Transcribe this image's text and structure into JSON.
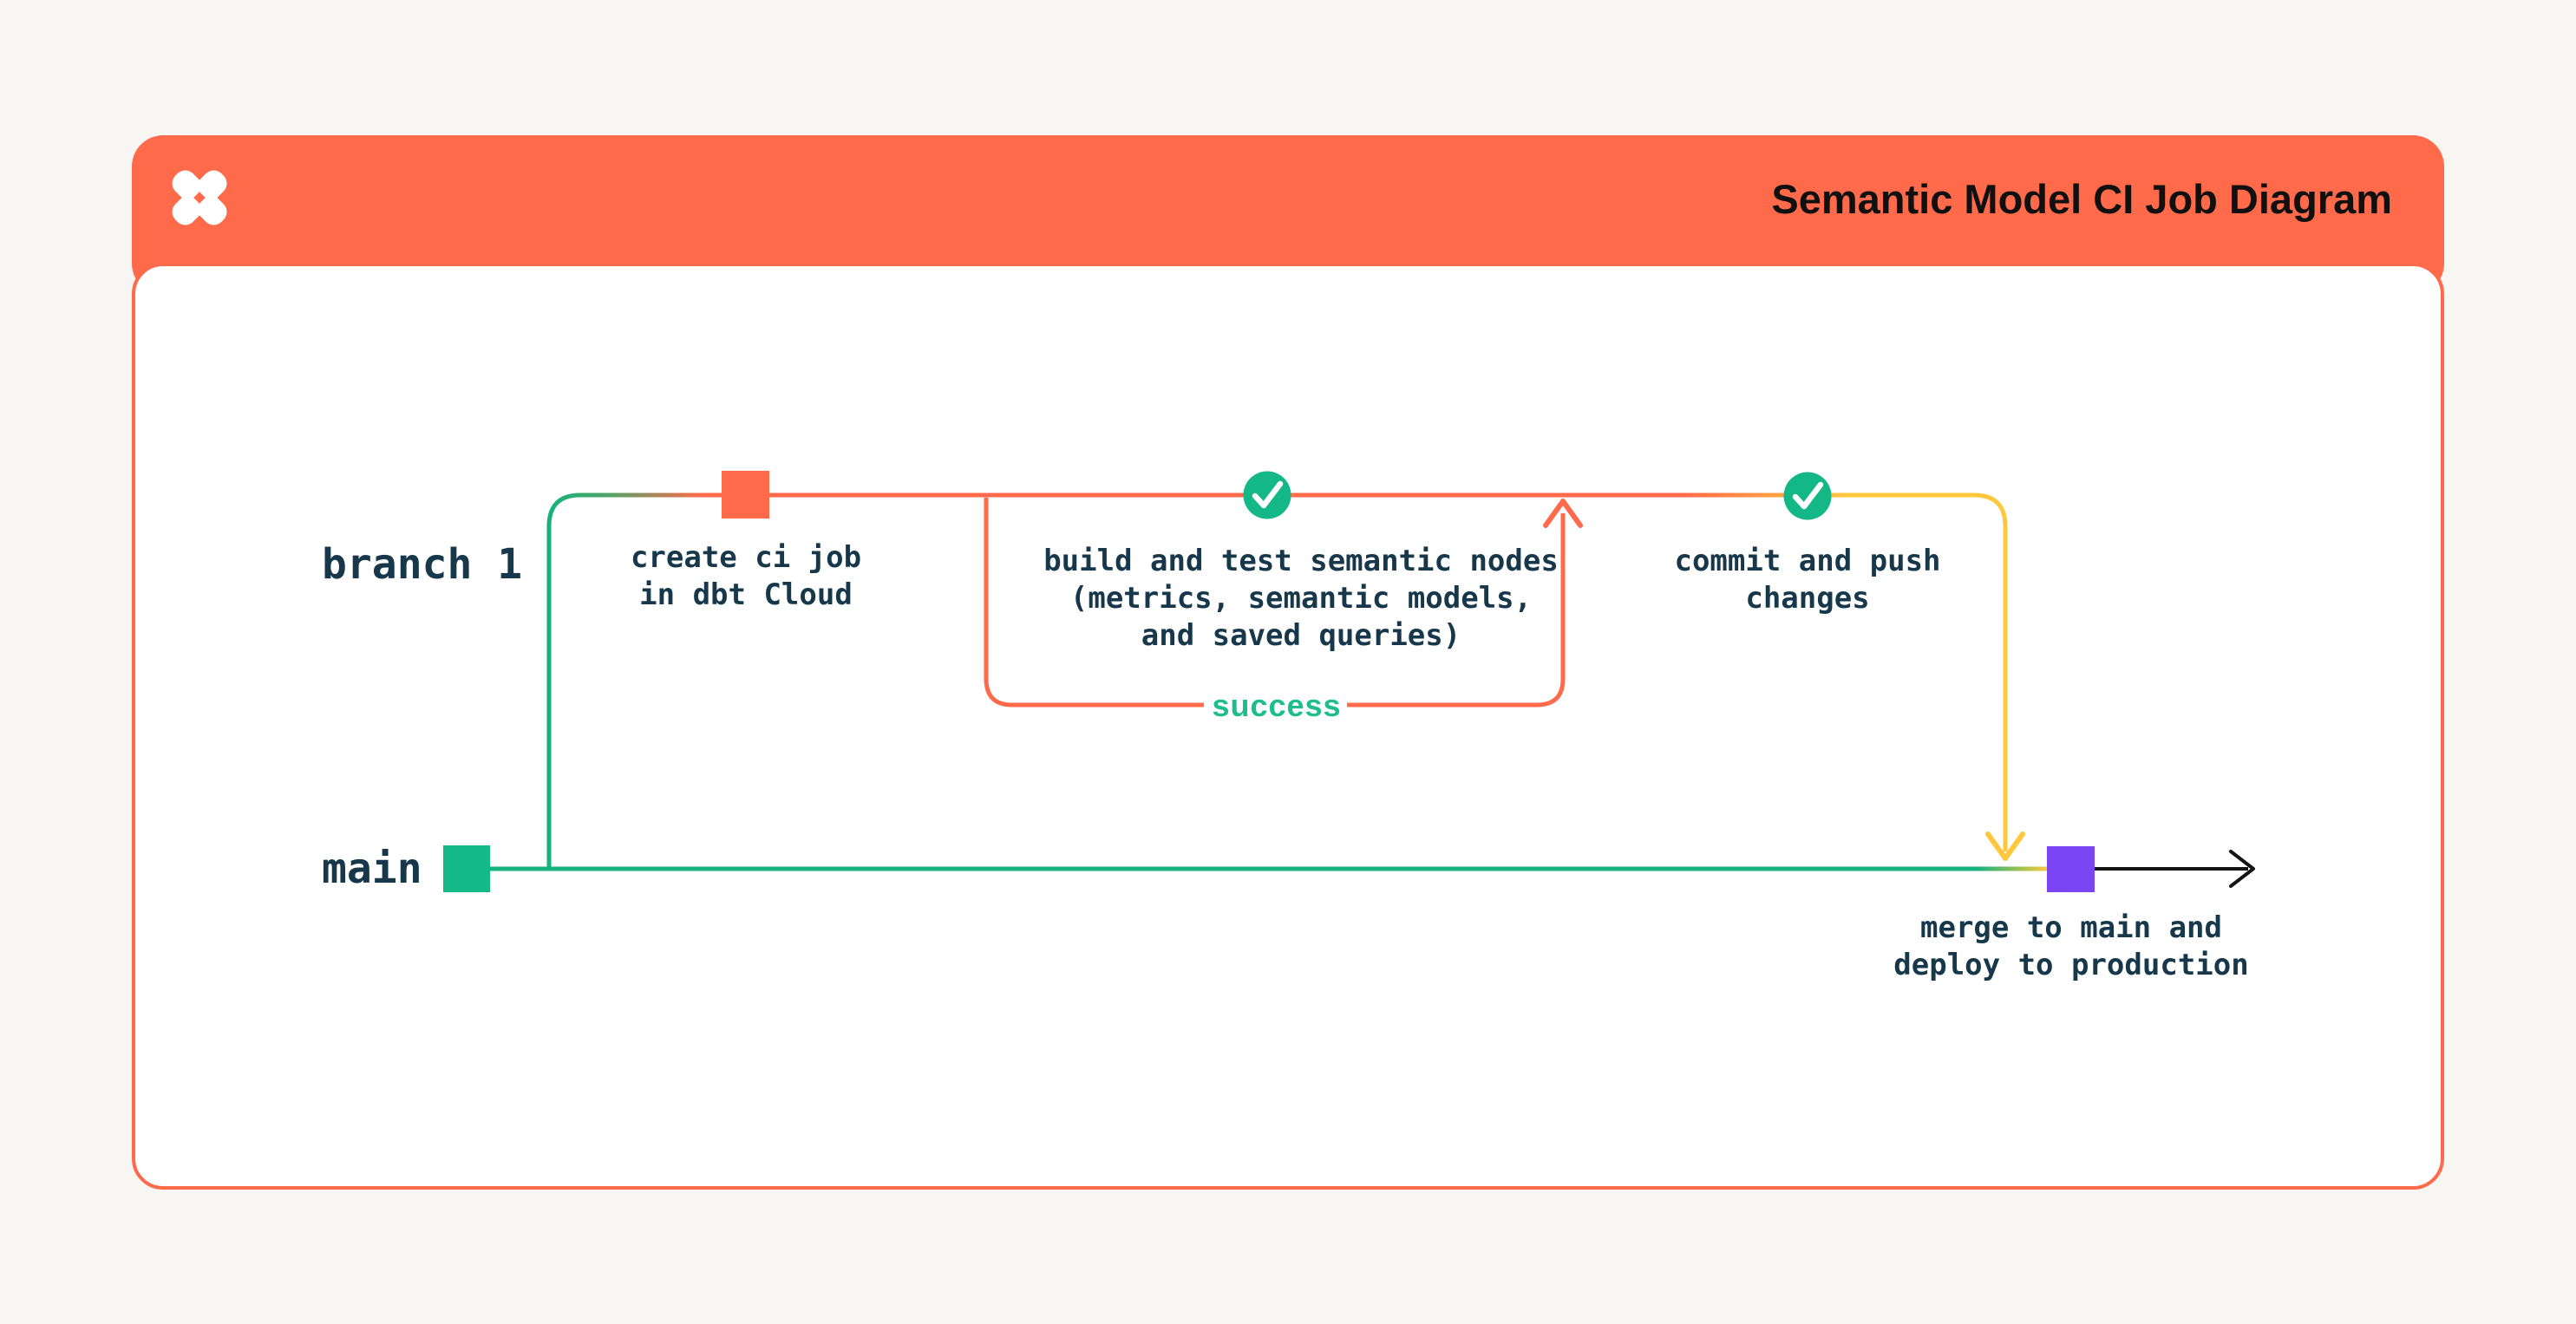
{
  "banner": {
    "title": "Semantic Model CI Job Diagram",
    "background": "#FF6A4A",
    "logo": "dbt-logo"
  },
  "lanes": {
    "branch": "branch 1",
    "main": "main"
  },
  "nodes": {
    "create_ci": {
      "marker": "orange-commit-square",
      "color": "#FF6A4A",
      "line1": "create ci job",
      "line2": "in dbt Cloud"
    },
    "build_test": {
      "marker": "check-circle",
      "color": "#14B886",
      "line1": "build and test semantic nodes",
      "line2": "(metrics, semantic models,",
      "line3": "and saved queries)"
    },
    "commit_push": {
      "marker": "check-circle",
      "color": "#14B886",
      "line1": "commit and push",
      "line2": "changes"
    },
    "merge_deploy": {
      "marker": "purple-merge-square",
      "color": "#7B45F4",
      "line1": "merge to main and",
      "line2": "deploy to production"
    }
  },
  "edges": {
    "success_label": "success",
    "success_color": "#1DBE8C",
    "branch_line_start_color": "#16B27E",
    "branch_line_mid_color": "#FF6A4A",
    "branch_line_end_color": "#FFC83C",
    "main_line_color": "#16B27E",
    "retry_loop_color": "#FF6A4A",
    "merge_arrow_color": "#FFC83C",
    "deploy_arrow_color": "#141414"
  },
  "style": {
    "text_color": "#17384A",
    "page_background": "#F7F6F3",
    "card_background": "#FFFFFF"
  }
}
